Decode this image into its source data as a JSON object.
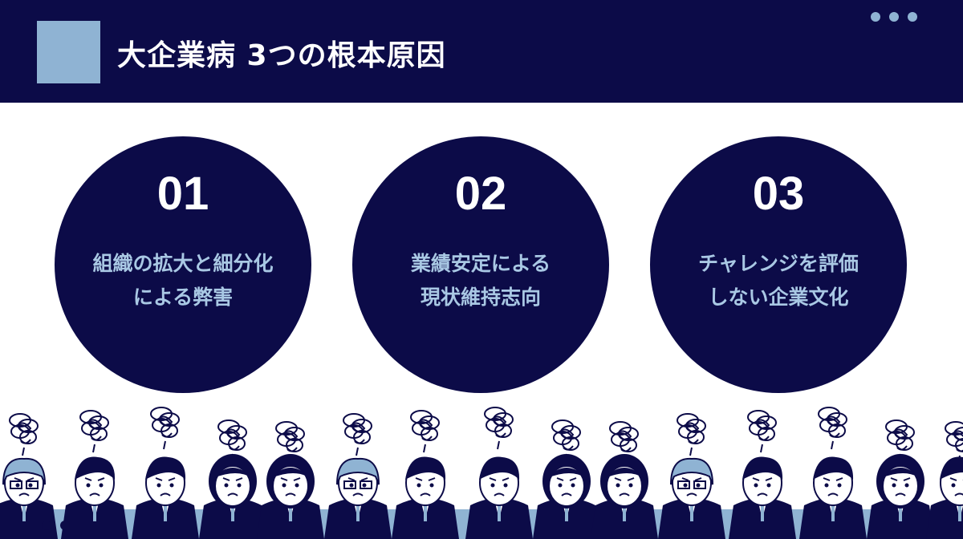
{
  "header": {
    "title": "大企業病 3つの根本原因"
  },
  "causes": [
    {
      "number": "01",
      "line1": "組織の拡大と細分化",
      "line2": "による弊害"
    },
    {
      "number": "02",
      "line1": "業績安定による",
      "line2": "現状維持志向"
    },
    {
      "number": "03",
      "line1": "チャレンジを評価",
      "line2": "しない企業文化"
    }
  ],
  "colors": {
    "navy": "#0c0b48",
    "light_blue": "#8fb3d3",
    "text_blue": "#a9c8e4",
    "white": "#ffffff"
  },
  "illustration": {
    "description_icon": "worried-office-workers-illustration"
  }
}
